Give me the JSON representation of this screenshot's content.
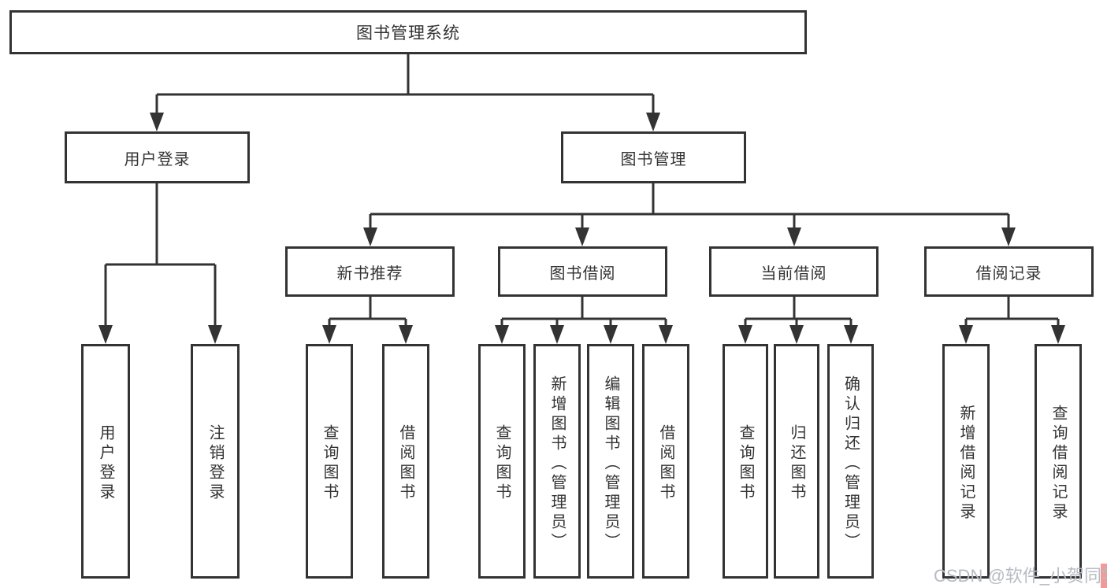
{
  "diagram": {
    "root": {
      "label": "图书管理系统"
    },
    "level2": [
      {
        "label": "用户登录"
      },
      {
        "label": "图书管理"
      }
    ],
    "level3": [
      {
        "label": "新书推荐"
      },
      {
        "label": "图书借阅"
      },
      {
        "label": "当前借阅"
      },
      {
        "label": "借阅记录"
      }
    ],
    "leaves": {
      "user_login": [
        {
          "label": "用户登录"
        },
        {
          "label": "注销登录"
        }
      ],
      "new_book_recommend": [
        {
          "label": "查询图书"
        },
        {
          "label": "借阅图书"
        }
      ],
      "book_borrow": [
        {
          "label": "查询图书"
        },
        {
          "label": "新增图书（管理员）"
        },
        {
          "label": "编辑图书（管理员）"
        },
        {
          "label": "借阅图书"
        }
      ],
      "current_borrow": [
        {
          "label": "查询图书"
        },
        {
          "label": "归还图书"
        },
        {
          "label": "确认归还（管理员）"
        }
      ],
      "borrow_records": [
        {
          "label": "新增借阅记录"
        },
        {
          "label": "查询借阅记录"
        }
      ]
    }
  },
  "watermark": {
    "text": "CSDN @软件_小贺同学"
  },
  "colors": {
    "line": "#333333",
    "text": "#333333",
    "box_background": "#ffffff",
    "page_background": "#ffffff",
    "watermark": "#b6bbc4",
    "watermark_accent": "#f09a9a"
  }
}
